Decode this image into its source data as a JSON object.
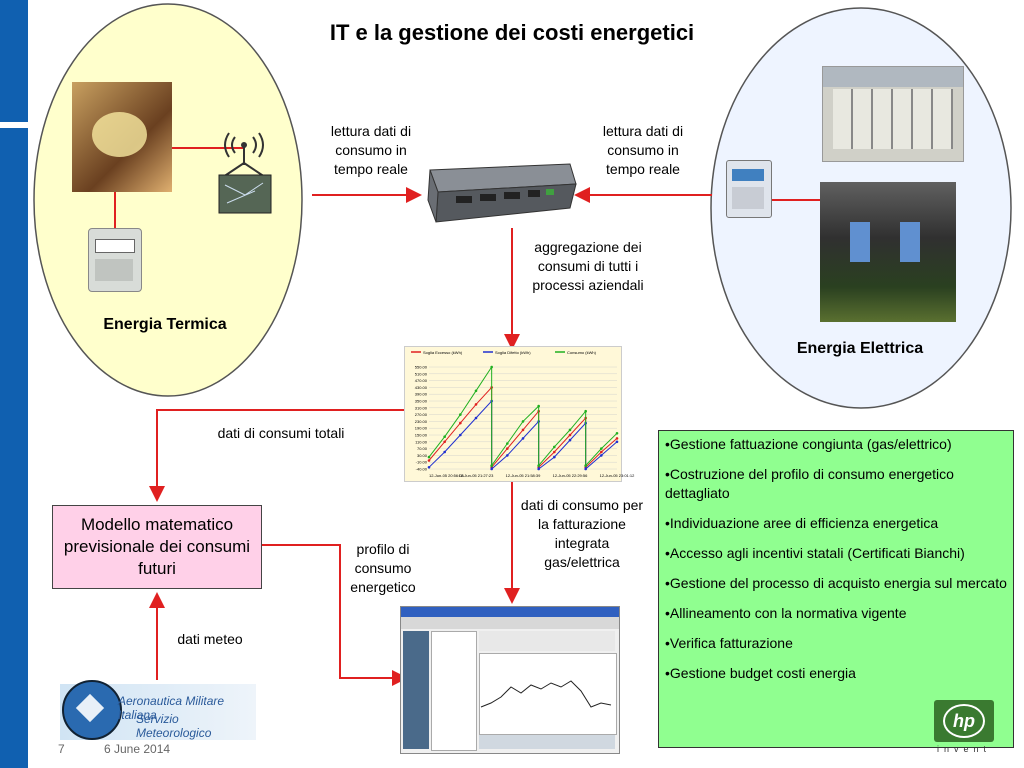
{
  "title": "IT e la gestione dei costi energetici",
  "labels": {
    "lettura_left": "lettura dati di consumo in tempo reale",
    "lettura_right": "lettura dati di consumo in tempo reale",
    "aggregazione": "aggregazione dei consumi di tutti i processi aziendali",
    "dati_totali": "dati di consumi totali",
    "dati_fatturazione": "dati di consumo per la fatturazione integrata gas/elettrica",
    "profilo": "profilo di consumo energetico",
    "dati_meteo": "dati meteo"
  },
  "circles": {
    "thermal": "Energia Termica",
    "electric": "Energia Elettrica"
  },
  "model_box": "Modello matematico previsionale dei consumi futuri",
  "bullets": [
    "•Gestione fattuazione congiunta (gas/elettrico)",
    "•Costruzione del profilo di consumo energetico dettagliato",
    "•Individuazione aree di efficienza energetica",
    "•Accesso agli incentivi statali (Certificati Bianchi)",
    "•Gestione del processo di acquisto energia sul mercato",
    "•Allineamento con la normativa vigente",
    "•Verifica fatturazione",
    "•Gestione budget costi energia"
  ],
  "logos": {
    "meteo_line1": "Aeronautica Militare Italiana",
    "meteo_line2": "Servizio Meteorologico",
    "hp": "hp",
    "hp_tag": "invent"
  },
  "footer": {
    "page": "7",
    "date": "6 June 2014"
  },
  "colors": {
    "arrow": "#e02020",
    "sidebar": "#1060b0",
    "model_bg": "#ffd0e8",
    "list_bg": "#90ff90"
  },
  "chart_data": {
    "type": "line",
    "series": [
      {
        "name": "Soglia Eccesso (kWh)",
        "color": "#e02020",
        "values": [
          [
            0,
            10
          ],
          [
            1,
            120
          ],
          [
            2,
            230
          ],
          [
            3,
            340
          ],
          [
            4,
            440
          ],
          [
            4,
            -30
          ],
          [
            5,
            80
          ],
          [
            6,
            190
          ],
          [
            7,
            300
          ],
          [
            7,
            -30
          ],
          [
            8,
            60
          ],
          [
            9,
            160
          ],
          [
            10,
            260
          ],
          [
            10,
            -30
          ],
          [
            11,
            60
          ],
          [
            12,
            140
          ]
        ]
      },
      {
        "name": "Soglia Difetto (kWh)",
        "color": "#2030d0",
        "values": [
          [
            0,
            -30
          ],
          [
            1,
            60
          ],
          [
            2,
            160
          ],
          [
            3,
            260
          ],
          [
            4,
            360
          ],
          [
            4,
            -40
          ],
          [
            5,
            40
          ],
          [
            6,
            140
          ],
          [
            7,
            240
          ],
          [
            7,
            -40
          ],
          [
            8,
            30
          ],
          [
            9,
            130
          ],
          [
            10,
            230
          ],
          [
            10,
            -40
          ],
          [
            11,
            40
          ],
          [
            12,
            120
          ]
        ]
      },
      {
        "name": "Consumo (kWh)",
        "color": "#20b020",
        "values": [
          [
            0,
            30
          ],
          [
            1,
            150
          ],
          [
            2,
            280
          ],
          [
            3,
            420
          ],
          [
            4,
            560
          ],
          [
            4,
            -20
          ],
          [
            5,
            110
          ],
          [
            6,
            240
          ],
          [
            7,
            330
          ],
          [
            7,
            -20
          ],
          [
            8,
            90
          ],
          [
            9,
            190
          ],
          [
            10,
            300
          ],
          [
            10,
            -20
          ],
          [
            11,
            80
          ],
          [
            12,
            170
          ]
        ]
      }
    ],
    "yticks": [
      "550.00",
      "510.00",
      "470.00",
      "430.00",
      "390.00",
      "350.00",
      "310.00",
      "270.00",
      "230.00",
      "190.00",
      "150.00",
      "110.00",
      "70.00",
      "30.00",
      "-10.00",
      "-40.00"
    ],
    "xticks": [
      "12-Jun-05 20:56:06",
      "12-Jun-05 21:27:23",
      "12-Jun-05 21:58:39",
      "12-Jun-05 22:29:56",
      "12-Jun-05 23:01:12"
    ],
    "ylim": [
      -40,
      560
    ]
  }
}
